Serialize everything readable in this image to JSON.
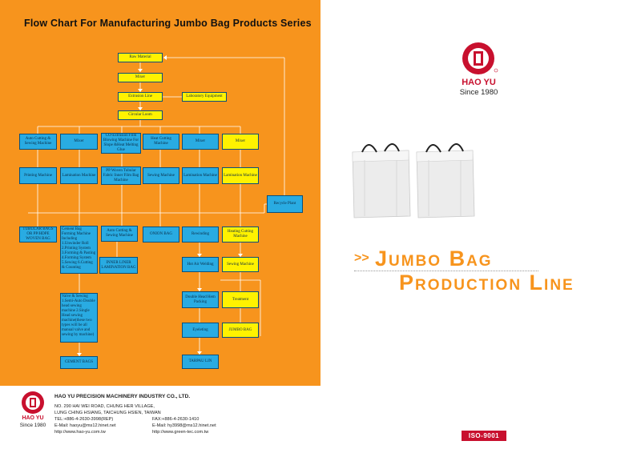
{
  "left_page": {
    "title": "Flow Chart For Manufacturing Jumbo Bag Products Series",
    "nodes": {
      "raw_material": "Raw Material",
      "mixer_top": "Mixer",
      "extrusion_line": "Extrusion Line",
      "laboratory": "Laboratory Equipment",
      "circular_loom": "Circular Loom",
      "auto_cutting_sewing": "Auto Cutting & Sewing Machine",
      "mixer_2": "Mixer",
      "co_extrusion": "CO-Extrusion Film Blowing Machine For Slope &Heat Melting Glue",
      "heat_cutting": "Heat Cutting Machine",
      "mixer_3": "Mixer",
      "mixer_4": "Mixer",
      "printing_machine": "Printing Machine",
      "lamination_1": "Lamination Machine",
      "pp_woven_tubular": "PP Woven Tubular Fabric Inner Film Bag Machine",
      "sewing_machine_1": "Sewing Machine",
      "lamination_2": "Lamination Machine",
      "lamination_3": "Lamination Machine",
      "recycle_plant": "Recycle Plant",
      "tubular_bags": "TUBULAR BAGS OR PP/HDPE WOVEN BAG",
      "cement_bag_machine": "Cement Bag Forming Machine Including 1.Unwinder Roll 2.Printing System 3.Forming & Pasting 4.Forming System 5.Sewing 6.Cutting & Counting",
      "auto_cutting_sewing_2": "Auto Cutting & Sewing Machine",
      "onion_bag": "ONION BAG",
      "rewinding": "Rewinding",
      "heating_cutting": "Heating Cutting Machine",
      "inner_liner": "INNER LINER LAMINATION BAG",
      "hot_air_welding": "Hot Air Welding",
      "sewing_machine_2": "Sewing Machine",
      "valve_sewing": "Valve & Sewing 1.Semi-Auto Double head sewing machine 2.Single Head sewing machine(these two types will be all manual valve and sewing by machine)",
      "double_head": "Double Head Hem Packing",
      "treatment": "Treatment",
      "eyeleting": "Eyeleting",
      "jumbo_bag_node": "JUMBO BAG",
      "cement_bags": "CEMENT BAGS",
      "tarpaulin": "TARPAU LIN"
    },
    "footer": {
      "brand": "HAO YU",
      "since": "Since 1980",
      "company": "HAO YU PRECISION MACHINERY INDUSTRY CO., LTD.",
      "address1": "NO. 290 HAI WEI ROAD, CHUNG HER VILLAGE,",
      "address2": "LUNG CHING HSIANG, TAICHUNG HSIEN, TAIWAN",
      "tel": "TEL:+886-4-2630-3998(REP)",
      "fax": "FAX:+886-4-2630-1410",
      "email1": "E-Mail: haoyu@ms12.hinet.net",
      "email2": "E-Mail: hy3998@ms12.hinet.net",
      "web1": "http://www.hao-yu.com.tw",
      "web2": "http://www.green-tec.com.tw"
    }
  },
  "right_page": {
    "brand": "HAO YU",
    "since": "Since 1980",
    "heading_line1": "Jumbo Bag",
    "heading_line2": "Production Line",
    "iso": "ISO-9001"
  },
  "colors": {
    "orange": "#f7941d",
    "box_blue": "#29abe2",
    "box_yellow": "#fff200",
    "brand_red": "#c8102e"
  }
}
